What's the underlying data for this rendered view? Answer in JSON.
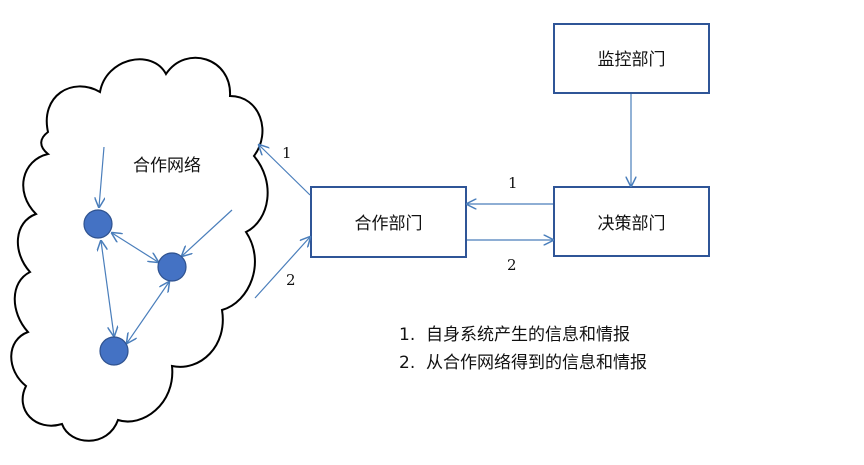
{
  "diagram": {
    "cloud_label": "合作网络",
    "boxes": {
      "monitor": "监控部门",
      "cooperation": "合作部门",
      "decision": "决策部门"
    },
    "arrow_labels": {
      "to_cloud": "1",
      "from_cloud": "2",
      "decision_to_coop": "1",
      "coop_to_decision": "2"
    },
    "legend": [
      "1.  自身系统产生的信息和情报",
      "2.  从合作网络得到的信息和情报"
    ],
    "colors": {
      "box_border": "#2f5597",
      "arrow": "#4a7ebb",
      "node_fill": "#4472c4",
      "node_stroke": "#2f528f",
      "cloud_stroke": "#000000"
    }
  }
}
